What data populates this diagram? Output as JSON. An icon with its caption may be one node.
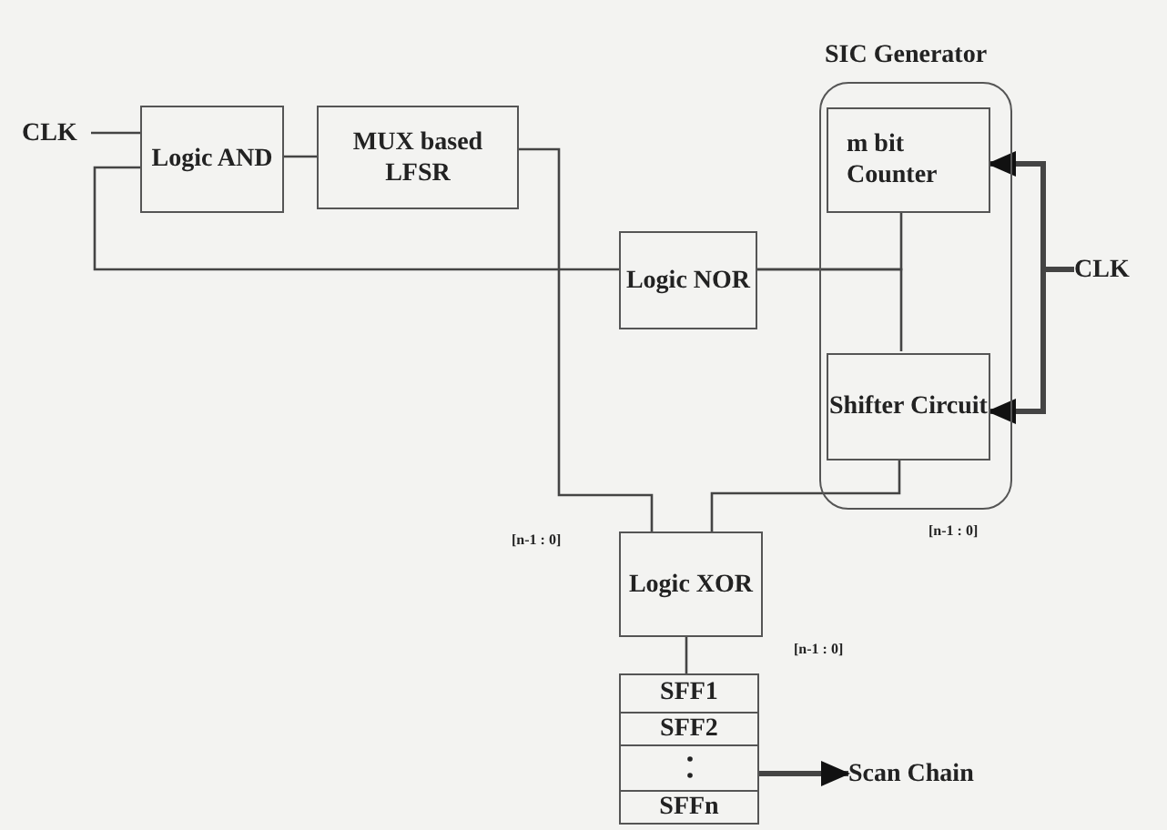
{
  "diagram": {
    "nodes": [
      {
        "text": [
          "CLK"
        ]
      },
      {
        "text": [
          "Logic AND"
        ]
      },
      {
        "text": [
          "MUX based LFSR"
        ]
      },
      {
        "text": [
          "Logic NOR"
        ]
      },
      {
        "text": [
          "SIC Generator"
        ]
      },
      {
        "text": [
          "m bit Counter"
        ],
        "in": 4
      },
      {
        "text": [
          "Shifter Circuit"
        ],
        "in": 4
      },
      {
        "text": [
          "CLK"
        ]
      },
      {
        "text": [
          "Logic XOR"
        ]
      },
      {
        "text": [
          "SFF1",
          "SFF2",
          "SFFn"
        ]
      },
      {
        "text": [
          "Scan Chain"
        ]
      }
    ],
    "edges": [
      {
        "from": 0,
        "to": 1,
        "arrow": "none"
      },
      {
        "from": 1,
        "to": 2,
        "arrow": "none"
      },
      {
        "from": 2,
        "to": 8,
        "arrow": "none"
      },
      {
        "from": 1,
        "to": 3,
        "arrow": "none"
      },
      {
        "from": 3,
        "to": 5,
        "arrow": "none"
      },
      {
        "from": 3,
        "to": 6,
        "arrow": "none"
      },
      {
        "from": 6,
        "to": 8,
        "arrow": "none"
      },
      {
        "from": 7,
        "to": 5,
        "arrow": "to",
        "style": "thick"
      },
      {
        "from": 7,
        "to": 6,
        "arrow": "to",
        "style": "thick"
      },
      {
        "from": 8,
        "to": 9,
        "arrow": "none"
      },
      {
        "from": 9,
        "to": 10,
        "arrow": "to",
        "style": "thick"
      }
    ],
    "labels": [
      "[n-1 : 0]",
      "[n-1 : 0]",
      "[n-1 : 0]"
    ]
  }
}
